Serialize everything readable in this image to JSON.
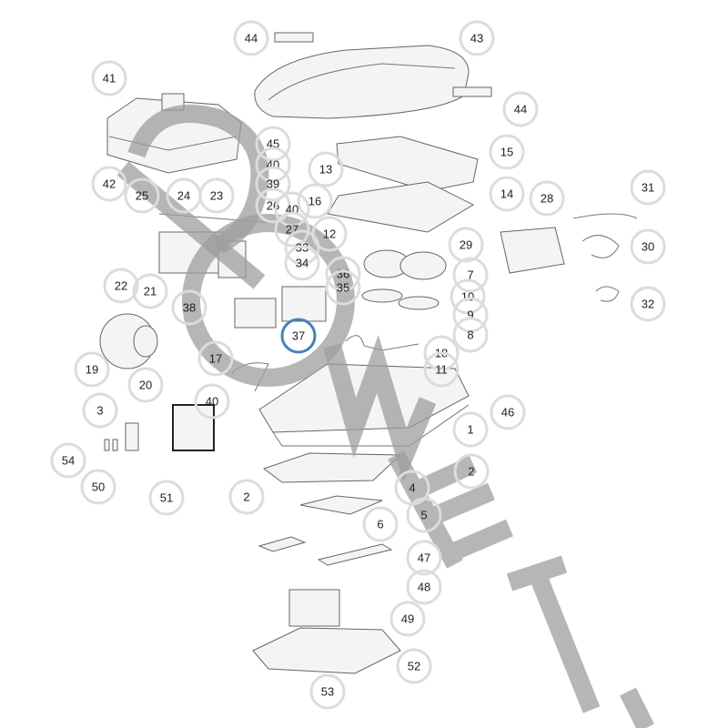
{
  "diagram": {
    "type": "exploded-parts-diagram",
    "watermark": "DOMETIC",
    "highlight_color": "#4a80b8",
    "callout_border_color": "#dcdcdc",
    "highlighted_callout": "37",
    "callouts": [
      "44",
      "43",
      "41",
      "44",
      "15",
      "45",
      "40",
      "13",
      "39",
      "42",
      "25",
      "24",
      "23",
      "14",
      "28",
      "31",
      "26",
      "40",
      "16",
      "27",
      "12",
      "29",
      "30",
      "33",
      "34",
      "36",
      "35",
      "7",
      "22",
      "21",
      "10",
      "38",
      "9",
      "32",
      "37",
      "8",
      "18",
      "17",
      "19",
      "11",
      "20",
      "40",
      "3",
      "46",
      "1",
      "54",
      "2",
      "50",
      "51",
      "2",
      "4",
      "5",
      "6",
      "47",
      "48",
      "49",
      "52",
      "53"
    ]
  }
}
